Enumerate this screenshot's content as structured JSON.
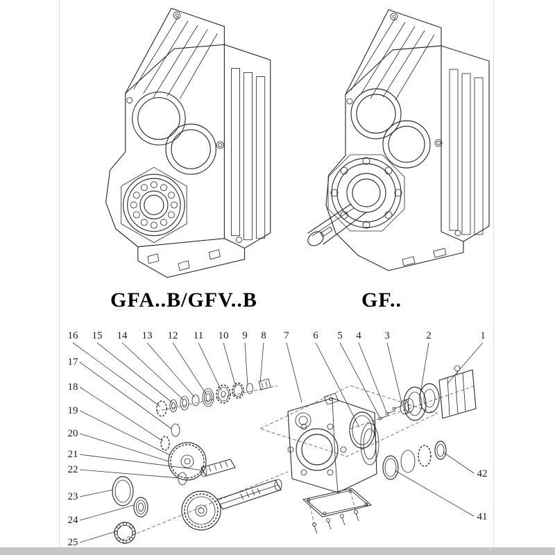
{
  "page": {
    "line_color": "#2b2b2b",
    "dash_color": "#555555",
    "edge_line_color": "#dddddd",
    "bottom_bar_color": "#c6c6c6"
  },
  "models": {
    "left": {
      "label": "GFA..B/GFV..B"
    },
    "right": {
      "label": "GF.."
    }
  },
  "exploded": {
    "top_labels": [
      "16",
      "15",
      "14",
      "13",
      "12",
      "11",
      "10",
      "9",
      "8",
      "7",
      "6",
      "5",
      "4",
      "3",
      "2",
      "1"
    ],
    "left_labels": [
      "17",
      "18",
      "19",
      "20",
      "21",
      "22",
      "23",
      "24",
      "25"
    ],
    "right_labels": [
      "42",
      "41"
    ]
  }
}
